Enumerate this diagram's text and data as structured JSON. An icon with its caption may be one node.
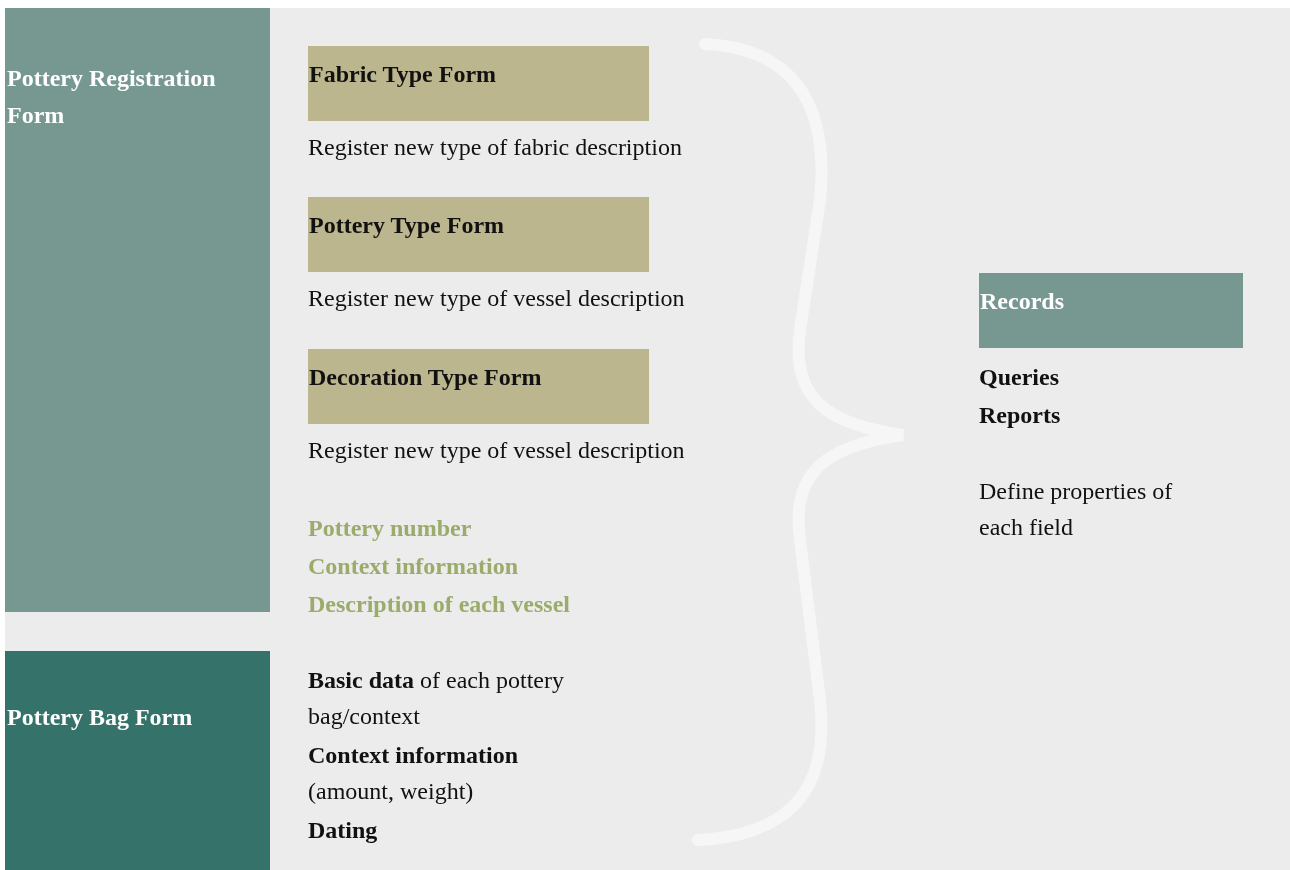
{
  "diagram": {
    "nodes": [
      {
        "text": [
          "Pottery Registration Form"
        ]
      },
      {
        "text": [
          "Fabric Type Form"
        ],
        "beside": [
          "Register new type of fabric description"
        ]
      },
      {
        "text": [
          "Pottery Type Form"
        ],
        "beside": [
          "Register new type of vessel description"
        ]
      },
      {
        "text": [
          "Decoration Type Form"
        ],
        "beside": [
          "Register new type of vessel description"
        ]
      },
      {
        "text": [
          "Pottery Bag Form"
        ]
      },
      {
        "text": [
          "Records"
        ]
      }
    ],
    "labels": [
      "Pottery number",
      "Context information",
      "Description of each vessel",
      "**Basic data** of each pottery bag/context",
      "**Context information** (amount, weight)",
      "Dating",
      "Queries",
      "Reports",
      "Define properties of each field"
    ]
  }
}
